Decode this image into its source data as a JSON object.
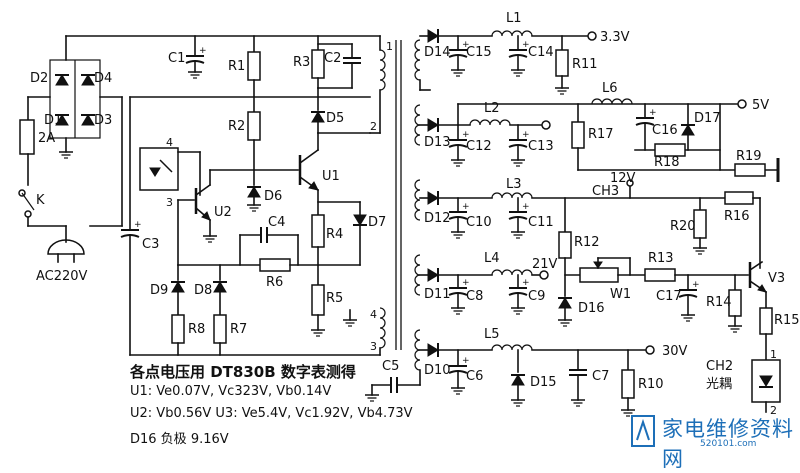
{
  "labels": {
    "C1": "C1",
    "R1": "R1",
    "R3": "R3",
    "C2": "C2",
    "R2": "R2",
    "D5": "D5",
    "D6": "D6",
    "U1": "U1",
    "U2": "U2",
    "C3": "C3",
    "C4": "C4",
    "R4": "R4",
    "D7": "D7",
    "R6": "R6",
    "R5": "R5",
    "D9": "D9",
    "D8": "D8",
    "R8": "R8",
    "R7": "R7",
    "D2": "D2",
    "D4": "D4",
    "D1": "D1",
    "D3": "D3",
    "fuse": "2A",
    "K": "K",
    "ac": "AC220V",
    "pin1": "1",
    "pin2": "2",
    "pin3": "3",
    "pin4": "4",
    "pin4b": "4",
    "pin3b": "3",
    "u2p4": "4",
    "u2p3": "3",
    "D14": "D14",
    "C15": "C15",
    "L1": "L1",
    "C14": "C14",
    "R11": "R11",
    "v33": "3.3V",
    "D13": "D13",
    "L2": "L2",
    "C12": "C12",
    "C13": "C13",
    "L6": "L6",
    "v5": "5V",
    "R17": "R17",
    "C16": "C16",
    "D17": "D17",
    "R18": "R18",
    "R19": "R19",
    "v12": "12V",
    "ch3": "CH3",
    "D12": "D12",
    "L3": "L3",
    "C10": "C10",
    "C11": "C11",
    "R16": "R16",
    "R20": "R20",
    "R12": "R12",
    "R13": "R13",
    "D11": "D11",
    "L4": "L4",
    "v21": "21V",
    "C8": "C8",
    "C9": "C9",
    "W1": "W1",
    "D16": "D16",
    "C17": "C17",
    "R14": "R14",
    "V3": "V3",
    "R15": "R15",
    "D10": "D10",
    "L5": "L5",
    "C6": "C6",
    "D15": "D15",
    "C7": "C7",
    "R10": "R10",
    "v30": "30V",
    "C5": "C5",
    "ch2": "CH2",
    "optocoupler": "光耦",
    "op1": "1",
    "op2": "2"
  },
  "notes": {
    "title": "各点电压用 DT830B 数字表测得",
    "line1": "U1: Ve0.07V, Vc323V, Vb0.14V",
    "line2": "U2: Vb0.56V    U3: Ve5.4V, Vc1.92V, Vb4.73V",
    "line3": "D16 负极 9.16V"
  },
  "watermark": {
    "text": "家电维修资料网",
    "url": "520101.com"
  }
}
